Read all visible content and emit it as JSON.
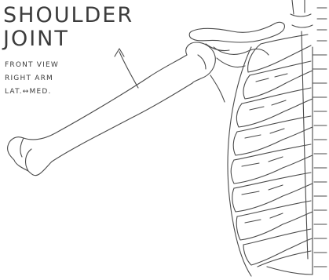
{
  "title": {
    "line1": "SHOULDER",
    "line2": "JOINT"
  },
  "notes": [
    "FRONT VIEW",
    "RIGHT ARM",
    "LAT.↔MED."
  ],
  "colors": {
    "ink": "#3c3c3c",
    "paper": "#ffffff"
  }
}
